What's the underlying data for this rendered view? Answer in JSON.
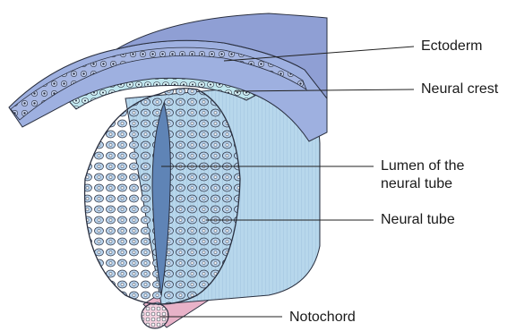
{
  "labels": {
    "ectoderm": "Ectoderm",
    "neural_crest": "Neural crest",
    "lumen_line1": "Lumen of the",
    "lumen_line2": "neural tube",
    "neural_tube": "Neural tube",
    "notochord": "Notochord"
  },
  "colors": {
    "ectoderm_top": "#8f9fd4",
    "ectoderm_edge": "#9eb0e0",
    "neural_crest": "#bfe6ee",
    "tube_front": "#a9c8e4",
    "tube_side": "#b7d7ec",
    "lumen": "#5f84b6",
    "notochord": "#e8b2c8",
    "outline": "#2a3040",
    "leader": "#222222"
  }
}
